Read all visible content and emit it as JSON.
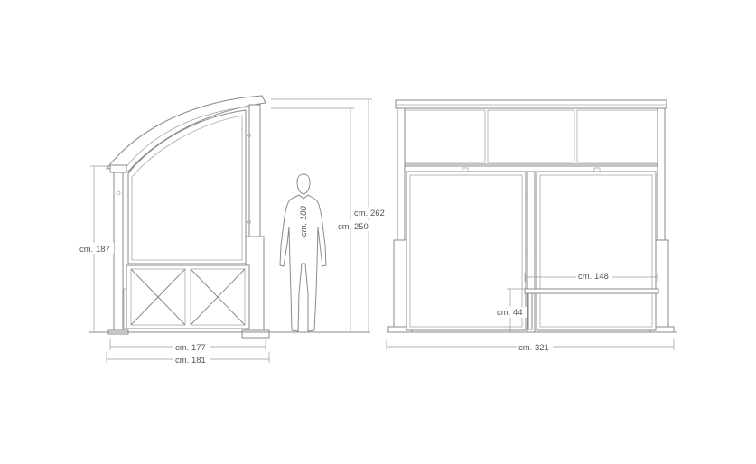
{
  "side_view": {
    "height_total": "cm. 262",
    "height_wall": "cm. 250",
    "height_front": "cm. 187",
    "depth_inner": "cm. 177",
    "depth_outer": "cm. 181"
  },
  "person": {
    "height": "cm. 180"
  },
  "front_view": {
    "bench_length": "cm. 148",
    "bench_height": "cm. 44",
    "width_total": "cm. 321"
  },
  "colors": {
    "line": "#8a8a8a",
    "dimension": "#9a9a9a",
    "text": "#555555"
  }
}
